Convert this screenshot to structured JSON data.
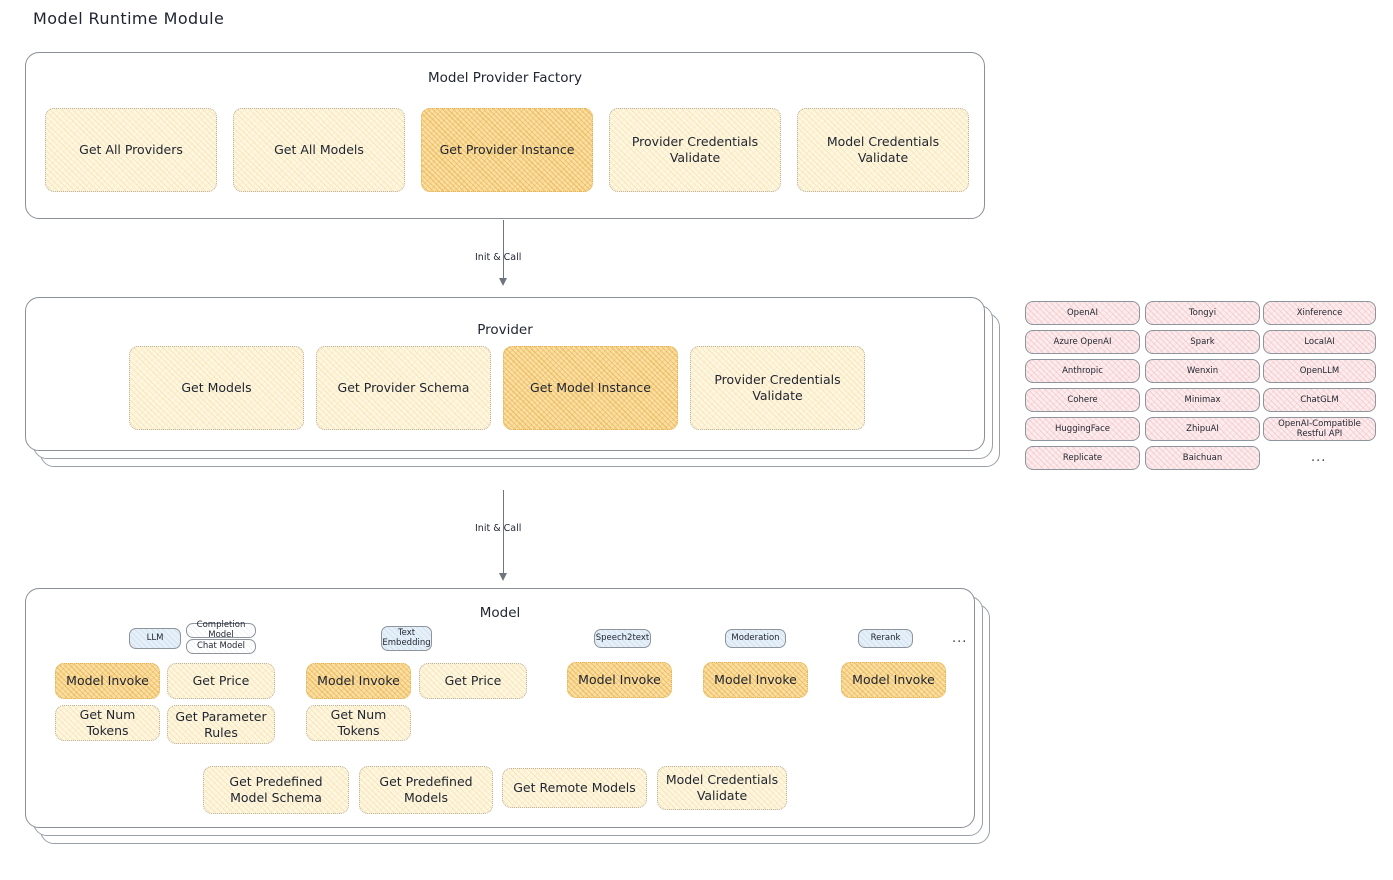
{
  "page": {
    "title": "Model Runtime Module"
  },
  "factory": {
    "title": "Model Provider Factory",
    "boxes": [
      {
        "label": "Get All Providers",
        "highlighted": false
      },
      {
        "label": "Get All Models",
        "highlighted": false
      },
      {
        "label": "Get Provider Instance",
        "highlighted": true
      },
      {
        "label": "Provider Credentials Validate",
        "highlighted": false
      },
      {
        "label": "Model Credentials Validate",
        "highlighted": false
      }
    ]
  },
  "arrow_factory_to_provider": {
    "label": "Init & Call"
  },
  "provider": {
    "title": "Provider",
    "boxes": [
      {
        "label": "Get Models",
        "highlighted": false
      },
      {
        "label": "Get Provider Schema",
        "highlighted": false
      },
      {
        "label": "Get Model Instance",
        "highlighted": true
      },
      {
        "label": "Provider Credentials Validate",
        "highlighted": false
      }
    ]
  },
  "arrow_provider_to_model": {
    "label": "Init & Call"
  },
  "provider_list": {
    "columns": [
      [
        "OpenAI",
        "Azure OpenAI",
        "Anthropic",
        "Cohere",
        "HuggingFace",
        "Replicate"
      ],
      [
        "Tongyi",
        "Spark",
        "Wenxin",
        "Minimax",
        "ZhipuAI",
        "Baichuan"
      ],
      [
        "Xinference",
        "LocalAI",
        "OpenLLM",
        "ChatGLM",
        "OpenAI-Compatible Restful API"
      ]
    ],
    "more": "..."
  },
  "model": {
    "title": "Model",
    "more": "...",
    "types": [
      {
        "badge": "LLM",
        "sub_badges": [
          "Completion Model",
          "Chat Model"
        ],
        "boxes": [
          {
            "label": "Model Invoke",
            "highlighted": true
          },
          {
            "label": "Get Price",
            "highlighted": false
          },
          {
            "label": "Get Num Tokens",
            "highlighted": false
          },
          {
            "label": "Get Parameter Rules",
            "highlighted": false
          }
        ]
      },
      {
        "badge": "Text Embedding",
        "sub_badges": [],
        "boxes": [
          {
            "label": "Model Invoke",
            "highlighted": true
          },
          {
            "label": "Get Price",
            "highlighted": false
          },
          {
            "label": "Get Num Tokens",
            "highlighted": false
          }
        ]
      },
      {
        "badge": "Speech2text",
        "sub_badges": [],
        "boxes": [
          {
            "label": "Model Invoke",
            "highlighted": true
          }
        ]
      },
      {
        "badge": "Moderation",
        "sub_badges": [],
        "boxes": [
          {
            "label": "Model Invoke",
            "highlighted": true
          }
        ]
      },
      {
        "badge": "Rerank",
        "sub_badges": [],
        "boxes": [
          {
            "label": "Model Invoke",
            "highlighted": true
          }
        ]
      }
    ],
    "shared_boxes": [
      {
        "label": "Get Predefined Model Schema"
      },
      {
        "label": "Get Predefined Models"
      },
      {
        "label": "Get Remote Models"
      },
      {
        "label": "Model Credentials Validate"
      }
    ]
  },
  "colors": {
    "panel_border": "#8a8f98",
    "box_fill": "#fdf6e1",
    "box_fill_highlight": "#fbdfa4",
    "badge_fill": "#e6f0f8",
    "chip_fill": "#fdeced",
    "text": "#1f2430"
  }
}
